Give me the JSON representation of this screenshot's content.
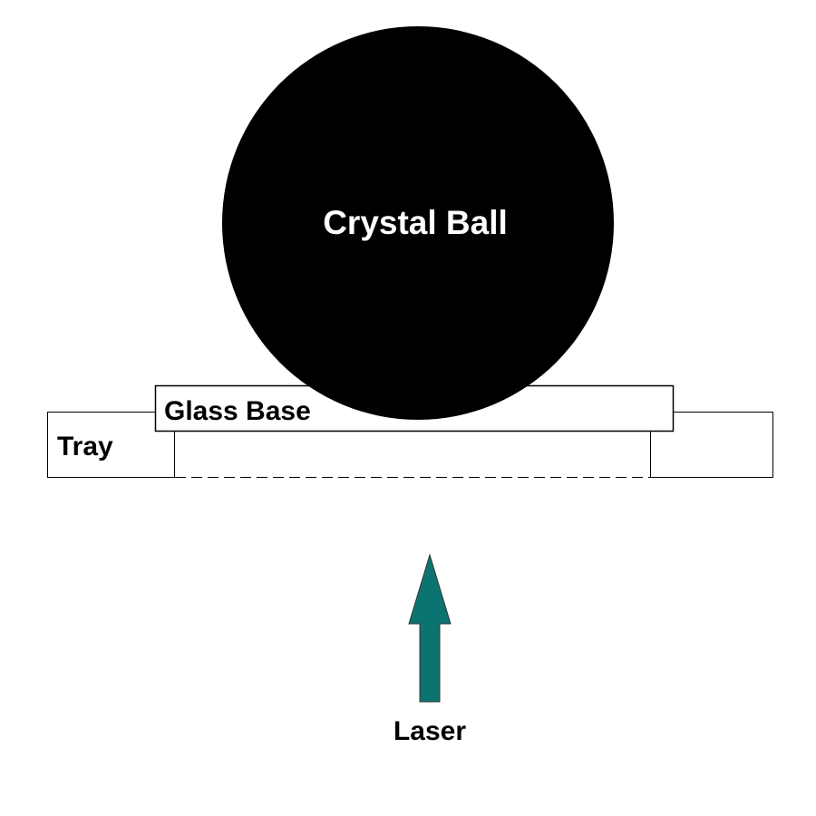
{
  "labels": {
    "crystal_ball": "Crystal Ball",
    "glass_base": "Glass Base",
    "tray": "Tray",
    "laser": "Laser"
  },
  "colors": {
    "crystal_ball_fill": "#000000",
    "crystal_ball_text": "#ffffff",
    "laser_arrow_fill": "#0c7470",
    "outline": "#000000",
    "background": "#ffffff"
  }
}
